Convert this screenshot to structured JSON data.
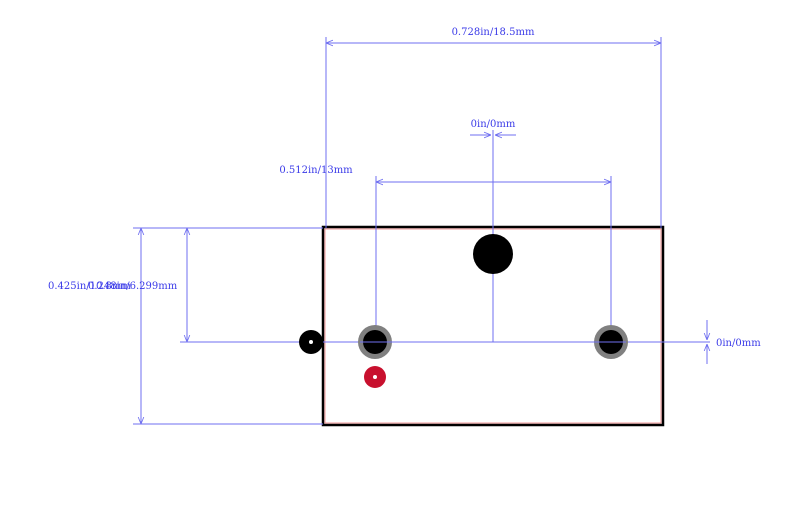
{
  "diagram": {
    "type": "pcb-footprint",
    "dimensions": {
      "overall_width": "0.728in/18.5mm",
      "pin_spacing": "0.512in/13mm",
      "center_offset_top": "0in/0mm",
      "center_offset_right": "0in/0mm",
      "overall_height": "0.425in/10.8mm",
      "pin_row_offset": "0.248in/6.299mm"
    },
    "colors": {
      "dimension_line": "#6f6ff0",
      "dimension_text": "#3a3ae8",
      "outline": "#000000",
      "outline_inner": "#f08080",
      "pad_ring": "#808080",
      "pad_fill": "#000000",
      "pin1_marker": "#c8102e"
    }
  }
}
